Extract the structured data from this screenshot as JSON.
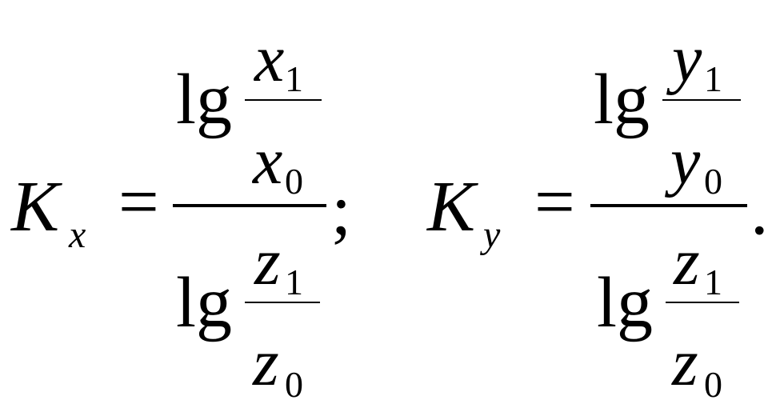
{
  "formula_left": {
    "lhs_symbol": "K",
    "lhs_subscript": "x",
    "equals": "=",
    "numerator": {
      "func": "lg",
      "top_var": "x",
      "top_sub": "1",
      "bottom_var": "x",
      "bottom_sub": "0"
    },
    "denominator": {
      "func": "lg",
      "top_var": "z",
      "top_sub": "1",
      "bottom_var": "z",
      "bottom_sub": "0"
    },
    "terminator": ";"
  },
  "formula_right": {
    "lhs_symbol": "K",
    "lhs_subscript": "y",
    "equals": "=",
    "numerator": {
      "func": "lg",
      "top_var": "y",
      "top_sub": "1",
      "bottom_var": "y",
      "bottom_sub": "0"
    },
    "denominator": {
      "func": "lg",
      "top_var": "z",
      "top_sub": "1",
      "bottom_var": "z",
      "bottom_sub": "0"
    },
    "terminator": "."
  }
}
